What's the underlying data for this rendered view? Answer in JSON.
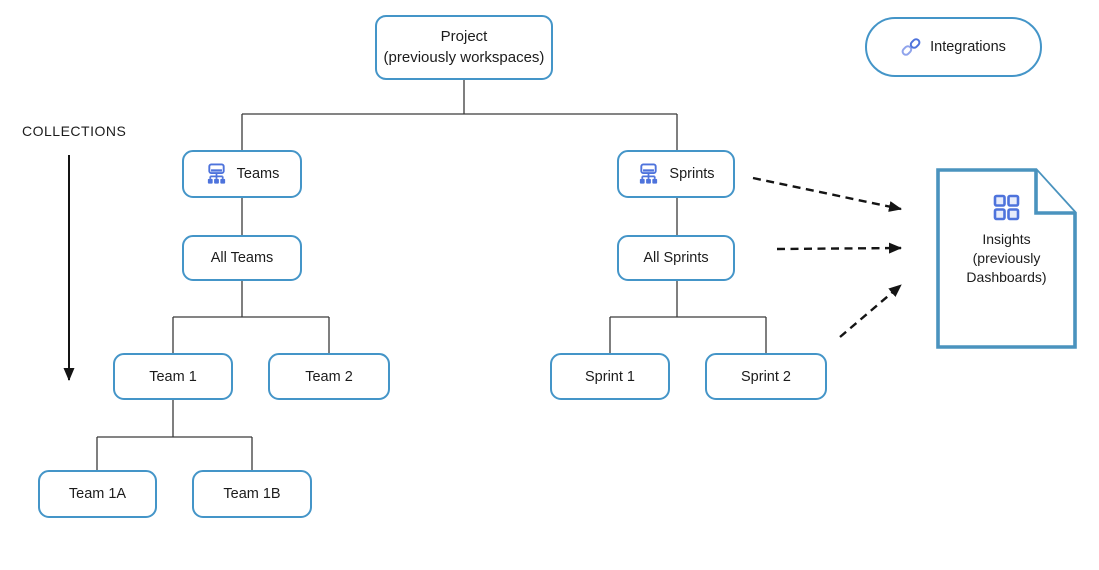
{
  "collections": {
    "label": "COLLECTIONS"
  },
  "nodes": {
    "project": {
      "line1": "Project",
      "line2": "(previously workspaces)"
    },
    "integrations": {
      "label": "Integrations",
      "icon": "link-icon"
    },
    "teams": {
      "label": "Teams",
      "icon": "org-chart-icon"
    },
    "sprints": {
      "label": "Sprints",
      "icon": "org-chart-icon"
    },
    "all_teams": {
      "label": "All Teams"
    },
    "all_sprints": {
      "label": "All Sprints"
    },
    "team1": {
      "label": "Team 1"
    },
    "team2": {
      "label": "Team 2"
    },
    "team1a": {
      "label": "Team 1A"
    },
    "team1b": {
      "label": "Team 1B"
    },
    "sprint1": {
      "label": "Sprint 1"
    },
    "sprint2": {
      "label": "Sprint 2"
    },
    "insights": {
      "line1": "Insights",
      "line2": "(previously",
      "line3": "Dashboards)",
      "icon": "grid-icon"
    }
  },
  "colors": {
    "box_border": "#4495c8",
    "doc_border": "#4a93be",
    "icon_blue": "#4e73dc",
    "icon_blue_light": "#8fa3ec",
    "connector": "#3a3a3a",
    "arrow": "#141414",
    "text": "#1c1c1c"
  }
}
